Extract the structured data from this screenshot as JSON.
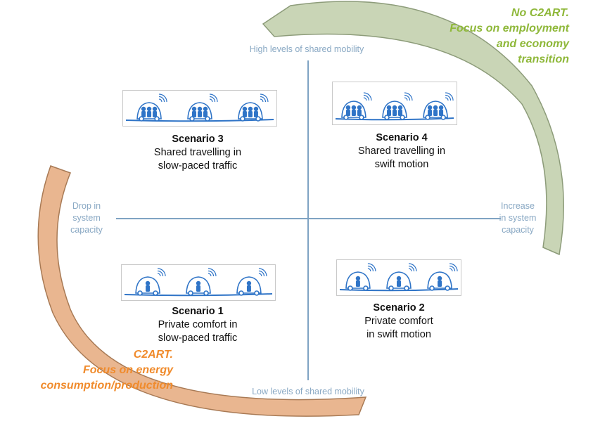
{
  "axes": {
    "top": "High levels of shared mobility",
    "bottom": "Low levels of shared mobility",
    "left": [
      "Drop in",
      "system",
      "capacity"
    ],
    "right": [
      "Increase",
      "in system",
      "capacity"
    ]
  },
  "scenarios": [
    {
      "id": "scenario-3",
      "title": "Scenario 3",
      "lines": [
        "Shared travelling in",
        "slow-paced traffic"
      ]
    },
    {
      "id": "scenario-4",
      "title": "Scenario 4",
      "lines": [
        "Shared travelling in",
        "swift motion"
      ]
    },
    {
      "id": "scenario-1",
      "title": "Scenario 1",
      "lines": [
        "Private comfort in",
        "slow-paced traffic"
      ]
    },
    {
      "id": "scenario-2",
      "title": "Scenario 2",
      "lines": [
        "Private comfort",
        "in swift motion"
      ]
    }
  ],
  "callouts": {
    "green": {
      "lines": [
        "No C2ART.",
        "Focus on employment",
        "and economy",
        "transition"
      ],
      "color": "#8fb83a",
      "arrow_fill": "#c9d5b6",
      "arrow_stroke": "#8d9c7a"
    },
    "orange": {
      "lines": [
        "C2ART.",
        "Focus on energy",
        "consumption/production"
      ],
      "color": "#f08b2c",
      "arrow_fill": "#e9b690",
      "arrow_stroke": "#a87a55"
    }
  },
  "colors": {
    "axis": "#7fa3c3",
    "car": "#2f74c7",
    "road": "#2f74c7"
  }
}
